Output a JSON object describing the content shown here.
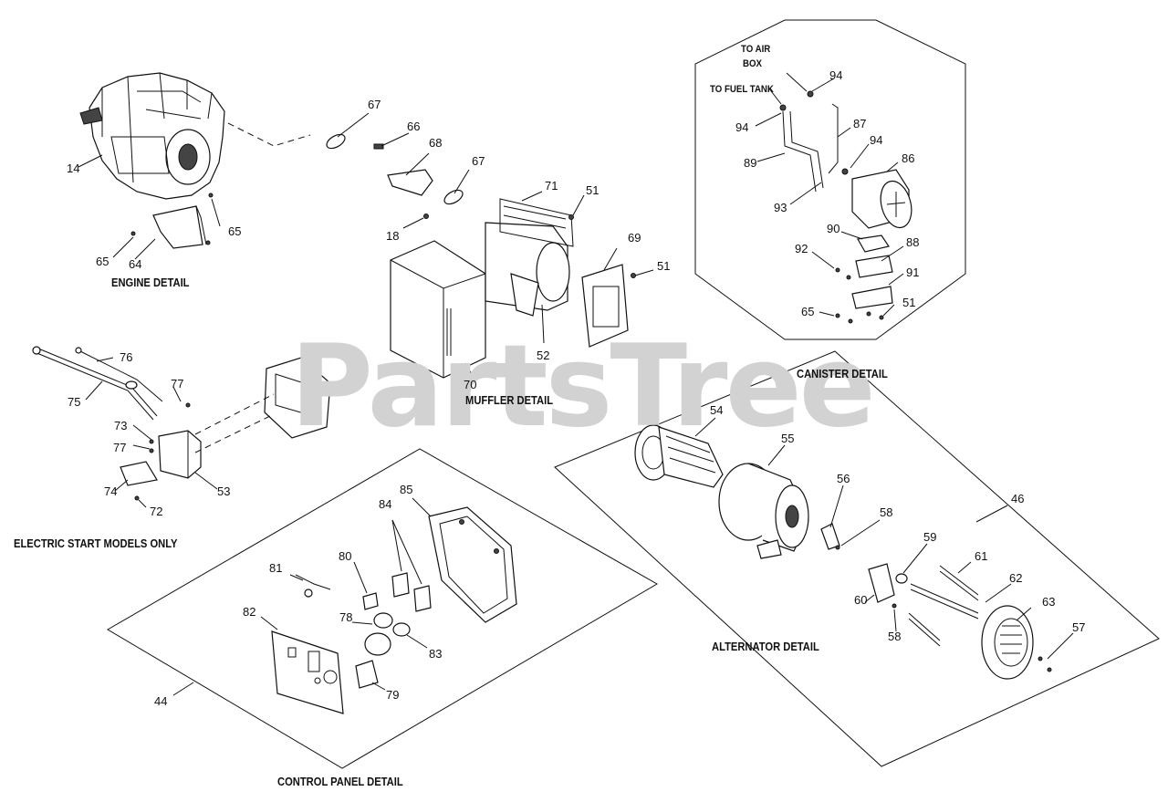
{
  "watermark": "PartsTree",
  "sections": {
    "engine": "ENGINE DETAIL",
    "muffler": "MUFFLER DETAIL",
    "canister": "CANISTER DETAIL",
    "electric_start": "ELECTRIC START MODELS ONLY",
    "alternator": "ALTERNATOR DETAIL",
    "control_panel": "CONTROL PANEL DETAIL"
  },
  "notes": {
    "to_air_box_line1": "TO AIR",
    "to_air_box_line2": "BOX",
    "to_fuel_tank": "TO FUEL TANK"
  },
  "callouts": {
    "engine": [
      "14",
      "65",
      "64",
      "65"
    ],
    "muffler": [
      "67",
      "66",
      "68",
      "67",
      "18",
      "71",
      "51",
      "69",
      "51",
      "52",
      "70"
    ],
    "canister": [
      "94",
      "94",
      "87",
      "94",
      "89",
      "86",
      "93",
      "90",
      "88",
      "92",
      "91",
      "65",
      "51"
    ],
    "electric_start": [
      "76",
      "75",
      "77",
      "73",
      "77",
      "53",
      "74",
      "72"
    ],
    "alternator": [
      "54",
      "55",
      "56",
      "58",
      "46",
      "59",
      "61",
      "62",
      "60",
      "63",
      "58",
      "57"
    ],
    "control_panel": [
      "85",
      "84",
      "80",
      "81",
      "82",
      "78",
      "83",
      "79",
      "44"
    ]
  }
}
